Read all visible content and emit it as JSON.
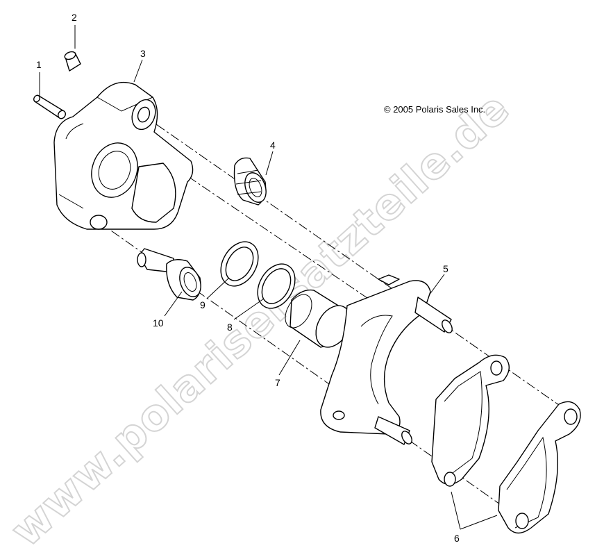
{
  "watermark": "www.polarisersatzteile.de",
  "copyright": "© 2005 Polaris Sales Inc.",
  "callouts": [
    "1",
    "2",
    "3",
    "4",
    "5",
    "6",
    "7",
    "8",
    "9",
    "10"
  ],
  "parts": [
    {
      "ref": "1",
      "name": "bleeder-screw"
    },
    {
      "ref": "2",
      "name": "bleeder-cap"
    },
    {
      "ref": "3",
      "name": "caliper-housing"
    },
    {
      "ref": "4",
      "name": "pin-boot"
    },
    {
      "ref": "5",
      "name": "caliper-bracket"
    },
    {
      "ref": "6",
      "name": "brake-pads"
    },
    {
      "ref": "7",
      "name": "piston"
    },
    {
      "ref": "8",
      "name": "dust-seal"
    },
    {
      "ref": "9",
      "name": "piston-seal"
    },
    {
      "ref": "10",
      "name": "slide-pin-with-boot"
    }
  ]
}
